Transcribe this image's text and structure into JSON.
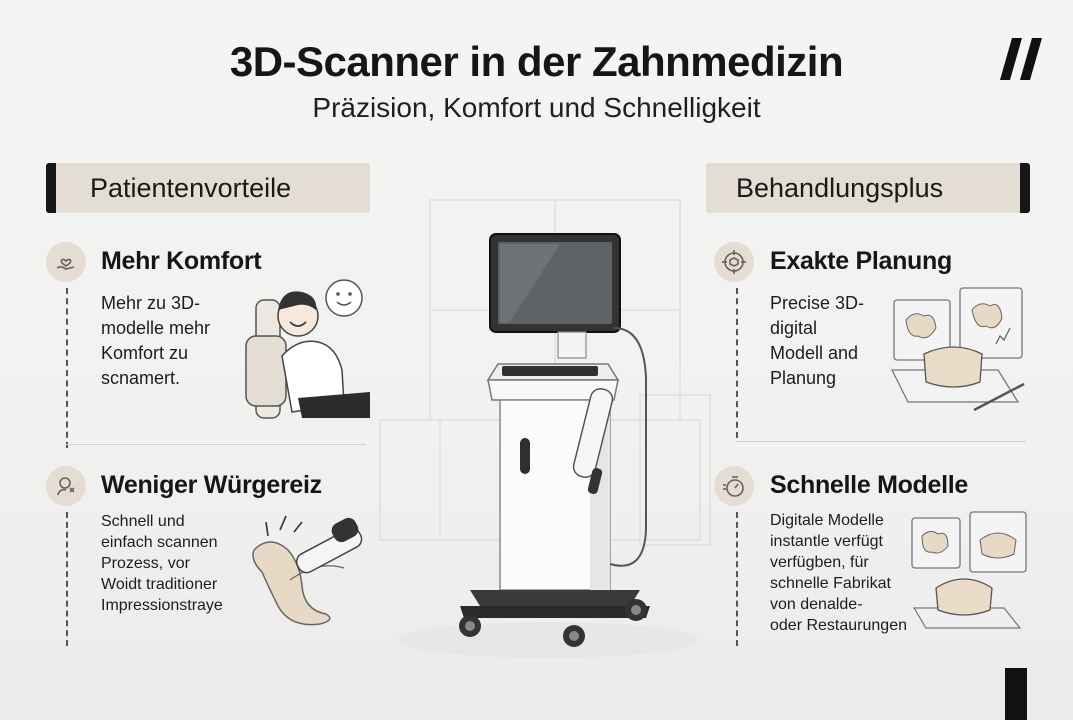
{
  "header": {
    "title": "3D-Scanner in der Zahnmedizin",
    "subtitle": "Präzision, Komfort und Schnelligkeit"
  },
  "left_section": {
    "label": "Patientenvorteile",
    "features": [
      {
        "icon": "heart-hand-icon",
        "title": "Mehr Komfort",
        "description": "Mehr zu 3D-\nmodelle mehr\nKomfort zu\nscnamert."
      },
      {
        "icon": "person-relief-icon",
        "title": "Weniger Würgereiz",
        "description": "Schnell und\neinfach scannen\nProzess, vor\nWoidt traditioner\nImpressionstraye"
      }
    ]
  },
  "right_section": {
    "label": "Behandlungsplus",
    "features": [
      {
        "icon": "target-cube-icon",
        "title": "Exakte Planung",
        "description": "Precise 3D-\ndigital\nModell and\nPlanung"
      },
      {
        "icon": "stopwatch-icon",
        "title": "Schnelle Modelle",
        "description": "Digitale Modelle\ninstantle verfügt\nverfügben, für\nschnelle Fabrikat\nvon denalde-\noder Restaurungen"
      }
    ]
  },
  "colors": {
    "accent_beige": "#e3ddd3",
    "dark": "#171717",
    "background": "#f2f2f1"
  },
  "illustrations": [
    "patient-in-chair",
    "intraoral-scanner-cart",
    "scanner-wand-with-tray",
    "laptop-3d-model",
    "monitors-3d-teeth"
  ]
}
